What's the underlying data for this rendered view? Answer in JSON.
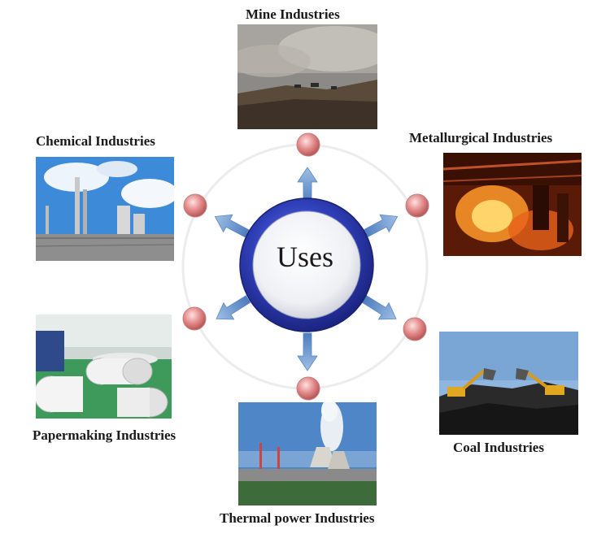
{
  "center": {
    "label": "Uses"
  },
  "industries": [
    {
      "label": "Mine Industries"
    },
    {
      "label": "Metallurgical Industries"
    },
    {
      "label": "Coal Industries"
    },
    {
      "label": "Thermal power Industries"
    },
    {
      "label": "Papermaking Industries"
    },
    {
      "label": "Chemical Industries"
    }
  ],
  "colors": {
    "ring_blue": "#2f3fb8",
    "node_red": "#d97878",
    "arrow_blue": "#6d96c9"
  }
}
